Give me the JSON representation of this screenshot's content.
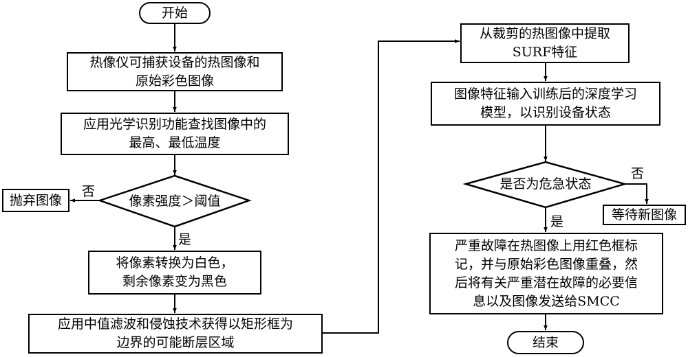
{
  "flowchart": {
    "start": "开始",
    "capture": [
      "热像仪可捕获设备的热图像和",
      "原始彩色图像"
    ],
    "ocr": [
      "应用光学识别功能查找图像中的",
      "最高、最低温度"
    ],
    "decision_threshold": "像素强度＞阈值",
    "discard": "抛弃图像",
    "convert": [
      "将像素转换为白色，",
      "剩余像素变为黑色"
    ],
    "filter": [
      "应用中值滤波和侵蚀技术获得以矩形框为",
      "边界的可能断层区域"
    ],
    "surf": [
      "从裁剪的热图像中提取",
      "SURF特征"
    ],
    "model": [
      "图像特征输入训练后的深度学习",
      "模型，以识别设备状态"
    ],
    "decision_emergency": "是否为危急状态",
    "wait": "等待新图像",
    "fault": [
      "严重故障在热图像上用红色框标",
      "记，并与原始彩色图像重叠，然",
      "后将有关严重潜在故障的必要信",
      "息以及图像发送给SMCC"
    ],
    "end": "结束",
    "yes": "是",
    "no": "否"
  }
}
